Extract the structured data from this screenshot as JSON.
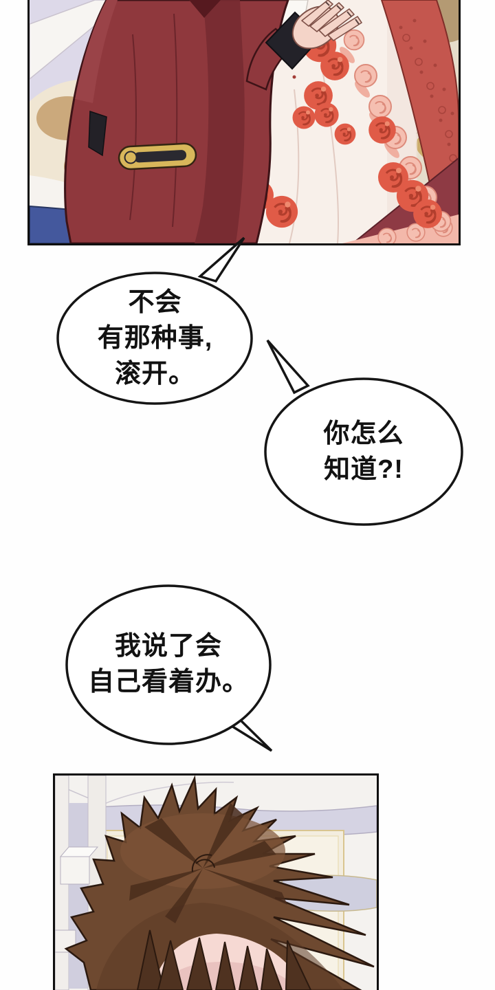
{
  "comic": {
    "bubbles": [
      {
        "lines": [
          "不会",
          "有那种事,",
          "滚开。"
        ]
      },
      {
        "lines": [
          "你怎么",
          "知道?!"
        ]
      },
      {
        "lines": [
          "我说了会",
          "自己看着办。"
        ]
      }
    ],
    "colors": {
      "panel_border": "#0f0f0f",
      "bubble_fill": "#ffffff",
      "bubble_stroke": "#151515",
      "text": "#121212",
      "jacket_red": "#8f383d",
      "jacket_shadow": "#772b31",
      "rose_red": "#e05b47",
      "veil_red": "#c4564e",
      "lace_pink": "#f5bfb1",
      "dress_white": "#f8f0ea",
      "wallpaper_beige": "#e6ddcb",
      "wallpaper_gold": "#c7a45b",
      "wall_lavender": "#ddd9e9",
      "cloth_blue": "#44589d",
      "hair_brown": "#6e4930",
      "hair_dark": "#4a2d1c",
      "skin": "#f4d4c8",
      "bed_lavender": "#d5d3e3",
      "headboard_cream": "#f3eddf"
    }
  }
}
